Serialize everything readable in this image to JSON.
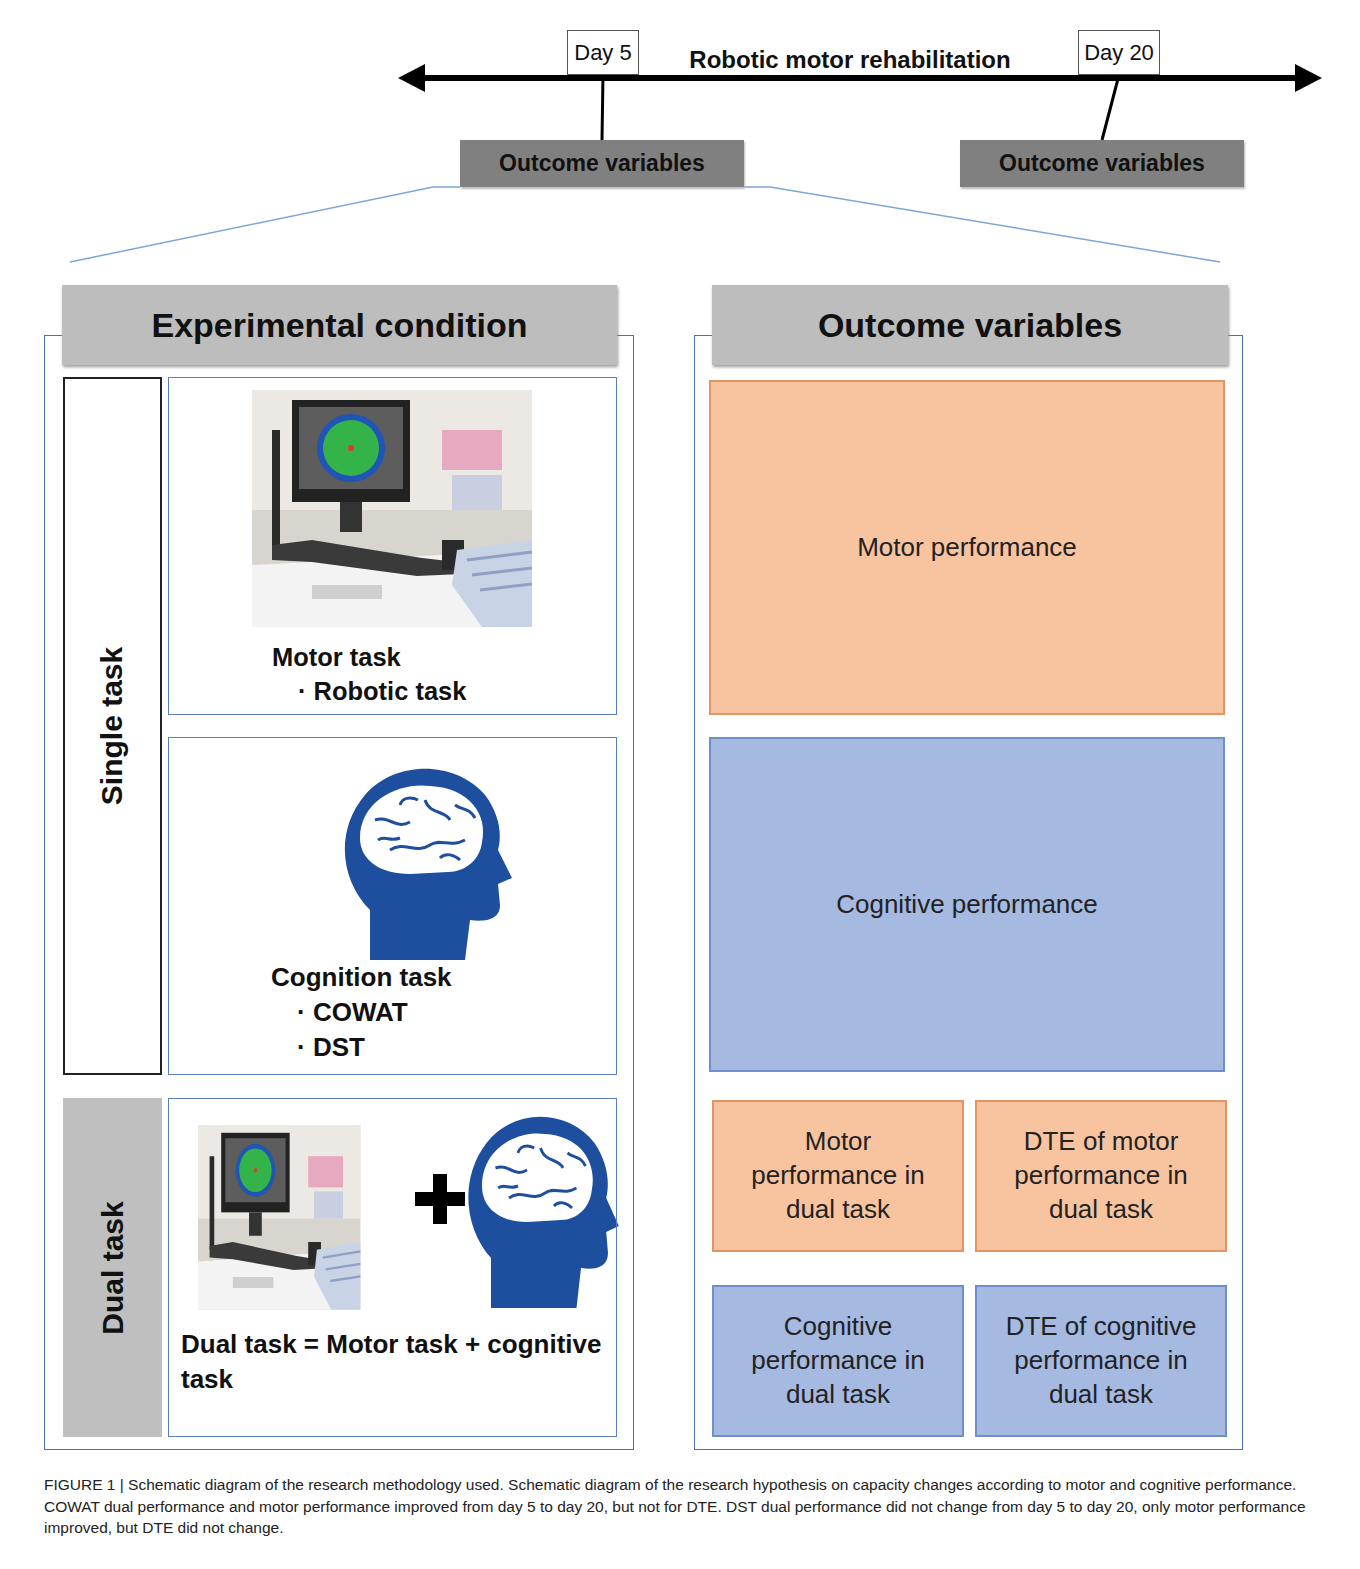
{
  "diagram": {
    "caption": "FIGURE 1 | Schematic diagram of the research methodology used. Schematic diagram of the research hypothesis on capacity changes according to motor and cognitive performance. COWAT dual performance and motor performance improved from day 5 to day 20, but not for DTE. DST dual performance did not change from day 5 to day 20, only motor performance improved, but DTE did not change.",
    "nodes": [
      {
        "text": [
          "Day 5"
        ]
      },
      {
        "text": [
          "Outcome variables"
        ]
      },
      {
        "text": [
          "Day 20"
        ]
      },
      {
        "text": [
          "Outcome variables"
        ]
      },
      {
        "text": [
          "Experimental condition"
        ]
      },
      {
        "text": [
          "Single task"
        ],
        "in": 4
      },
      {
        "text": [
          "Motor task",
          "· Robotic task"
        ],
        "in": 4
      },
      {
        "text": [
          "Cognition task",
          "· COWAT",
          "· DST"
        ],
        "in": 4
      },
      {
        "text": [
          "Dual task"
        ],
        "in": 4
      },
      {
        "text": [
          "Dual task = Motor task + cognitive task"
        ],
        "in": 4
      },
      {
        "text": [
          "Outcome variables"
        ]
      },
      {
        "text": [
          "Motor performance"
        ],
        "in": 10
      },
      {
        "text": [
          "Cognitive performance"
        ],
        "in": 10
      },
      {
        "text": [
          "Motor performance in dual task"
        ],
        "in": 10
      },
      {
        "text": [
          "DTE of motor performance in dual task"
        ],
        "in": 10
      },
      {
        "text": [
          "Cognitive performance in dual task"
        ],
        "in": 10
      },
      {
        "text": [
          "DTE of cognitive performance in dual task"
        ],
        "in": 10
      }
    ],
    "edges": [
      {
        "from": 0,
        "to": 1,
        "arrow": "none"
      },
      {
        "from": 2,
        "to": 3,
        "arrow": "none"
      }
    ],
    "labels": [
      "Robotic motor rehabilitation"
    ]
  }
}
